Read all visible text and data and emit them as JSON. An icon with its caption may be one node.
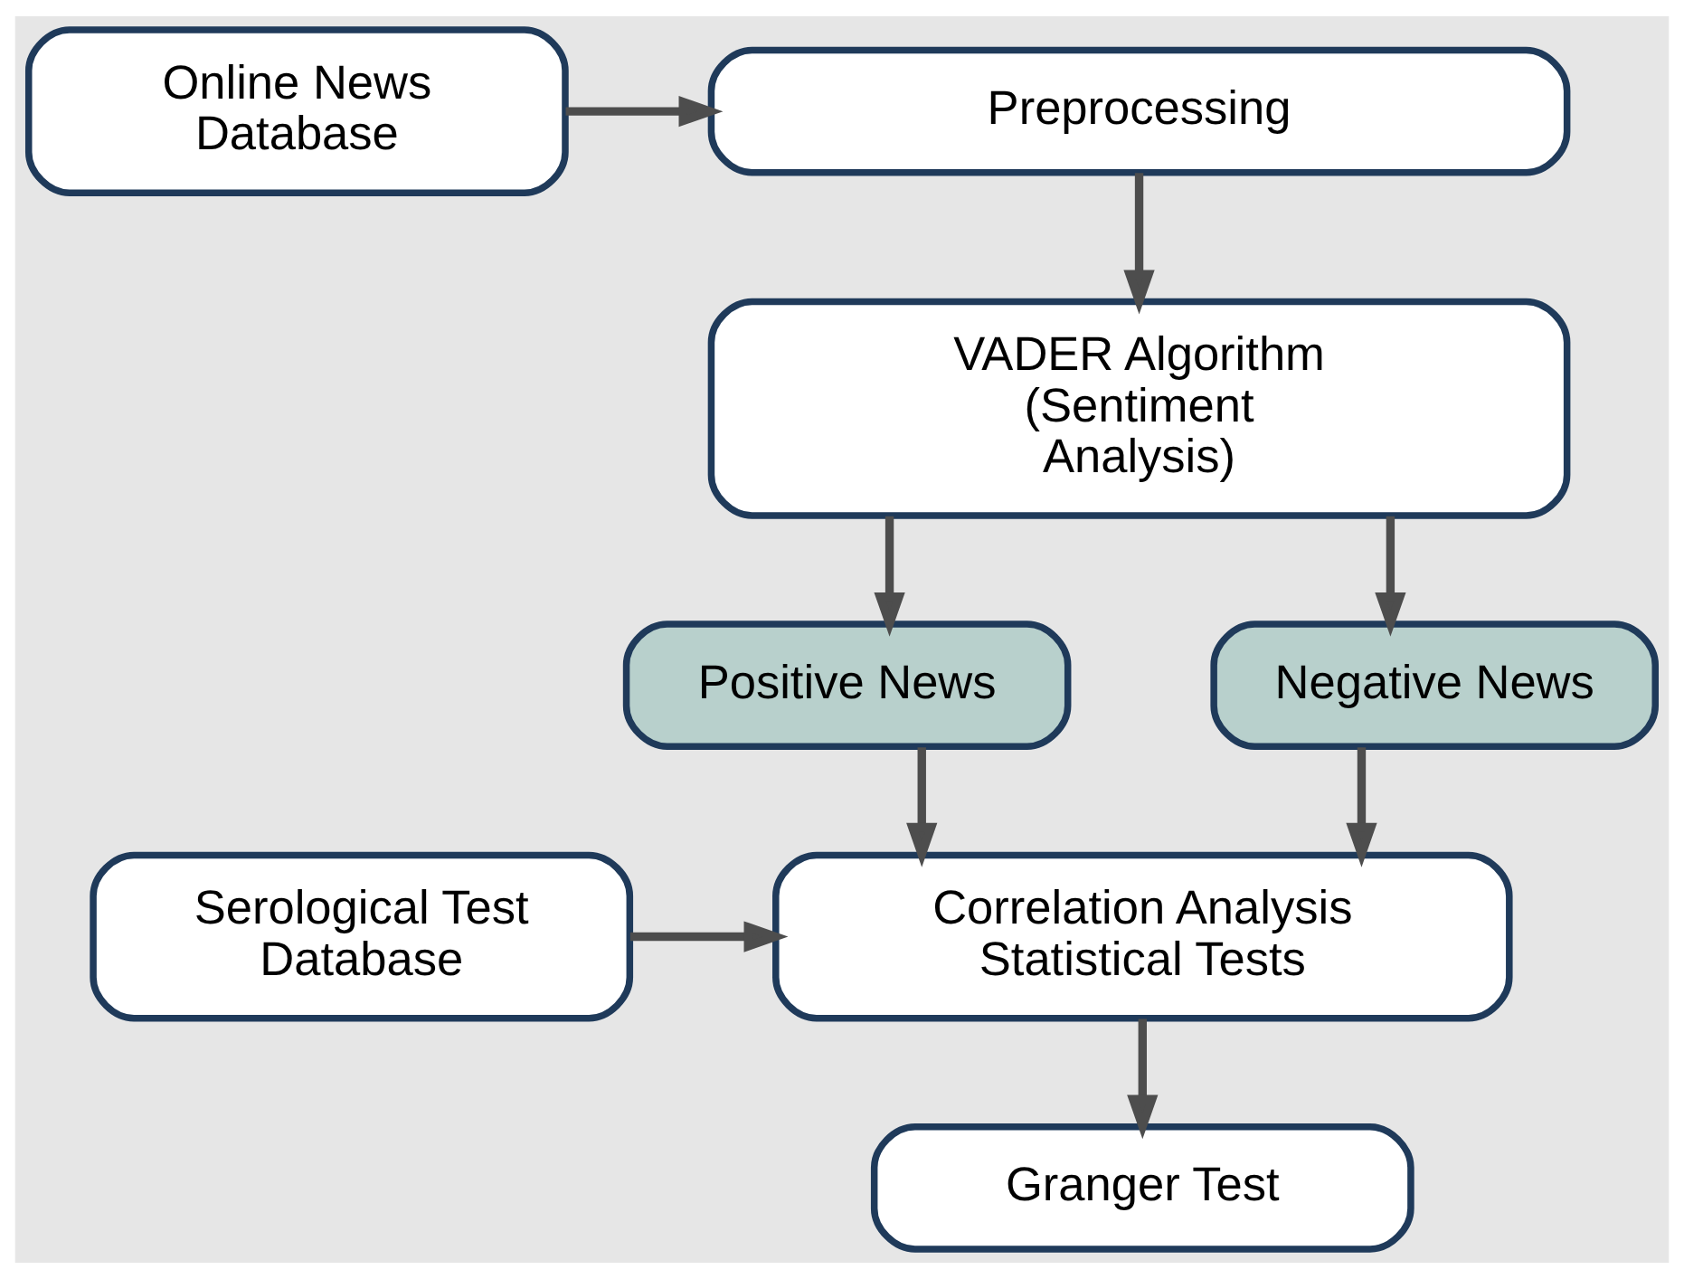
{
  "diagram": {
    "nodes": [
      {
        "text": [
          "Online News Database"
        ]
      },
      {
        "text": [
          "Preprocessing"
        ]
      },
      {
        "text": [
          "VADER Algorithm (Sentiment Analysis)"
        ]
      },
      {
        "text": [
          "Positive News"
        ]
      },
      {
        "text": [
          "Negative News"
        ]
      },
      {
        "text": [
          "Serological Test Database"
        ]
      },
      {
        "text": [
          "Correlation Analysis Statistical Tests"
        ]
      },
      {
        "text": [
          "Granger Test"
        ]
      }
    ],
    "edges": [
      {
        "from": 0,
        "to": 1,
        "arrow": "to"
      },
      {
        "from": 1,
        "to": 2,
        "arrow": "to"
      },
      {
        "from": 2,
        "to": 3,
        "arrow": "to"
      },
      {
        "from": 2,
        "to": 4,
        "arrow": "to"
      },
      {
        "from": 3,
        "to": 6,
        "arrow": "to"
      },
      {
        "from": 4,
        "to": 6,
        "arrow": "to"
      },
      {
        "from": 5,
        "to": 6,
        "arrow": "to"
      },
      {
        "from": 6,
        "to": 7,
        "arrow": "to"
      }
    ]
  }
}
